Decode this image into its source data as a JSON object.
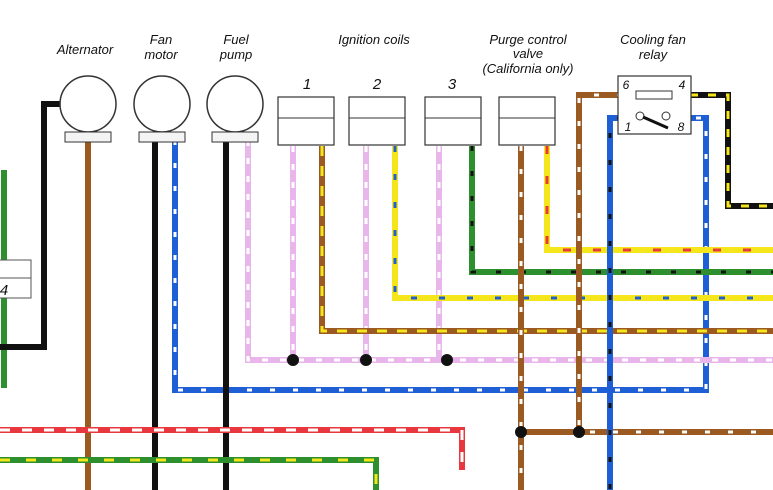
{
  "components": {
    "alternator": "Alternator",
    "fan_motor_line1": "Fan",
    "fan_motor_line2": "motor",
    "fuel_pump_line1": "Fuel",
    "fuel_pump_line2": "pump",
    "ignition_coils": "Ignition coils",
    "purge_valve_line1": "Purge control",
    "purge_valve_line2": "valve",
    "purge_valve_line3": "(California only)",
    "relay_line1": "Cooling fan",
    "relay_line2": "relay"
  },
  "coil_numbers": [
    "1",
    "2",
    "3"
  ],
  "relay_pins": {
    "p6": "6",
    "p4": "4",
    "p1": "1",
    "p8": "8"
  },
  "connector_left_pin": "4",
  "colors": {
    "black": "#111111",
    "brown": "#9a5a22",
    "blue": "#1f5fd6",
    "yellow": "#f5e61c",
    "green": "#2e8f2e",
    "pink": "#e8b6ea",
    "red": "#e8373e",
    "white": "#ffffff"
  },
  "wires": [
    {
      "id": "alternator-black",
      "color": "black"
    },
    {
      "id": "alternator-brown",
      "color": "brown"
    },
    {
      "id": "fan-motor-black",
      "color": "black"
    },
    {
      "id": "fan-motor-blue-white",
      "color": "blue",
      "tracer": "white"
    },
    {
      "id": "fuel-pump-black",
      "color": "black"
    },
    {
      "id": "fuel-pump-pink-white",
      "color": "pink",
      "tracer": "white"
    },
    {
      "id": "coil1-pink-white",
      "color": "pink",
      "tracer": "white"
    },
    {
      "id": "coil1-yellow-brown",
      "color": "brown",
      "tracer": "yellow"
    },
    {
      "id": "coil2-pink-white",
      "color": "pink",
      "tracer": "white"
    },
    {
      "id": "coil2-yellow-blue",
      "color": "yellow",
      "tracer": "blue"
    },
    {
      "id": "coil3-pink-white",
      "color": "pink",
      "tracer": "white"
    },
    {
      "id": "coil3-green-black",
      "color": "green",
      "tracer": "black"
    },
    {
      "id": "purge-brown-white",
      "color": "brown",
      "tracer": "white"
    },
    {
      "id": "purge-yellow-red",
      "color": "yellow",
      "tracer": "red"
    },
    {
      "id": "relay6-brown-white",
      "color": "brown",
      "tracer": "white"
    },
    {
      "id": "relay4-black-yellow",
      "color": "black",
      "tracer": "yellow"
    },
    {
      "id": "relay1-blue-black",
      "color": "blue",
      "tracer": "black"
    },
    {
      "id": "relay8-blue-white",
      "color": "blue",
      "tracer": "white"
    },
    {
      "id": "bottom-red-white",
      "color": "red",
      "tracer": "white"
    },
    {
      "id": "bottom-green-yellow",
      "color": "green",
      "tracer": "yellow"
    },
    {
      "id": "left-green",
      "color": "green"
    }
  ]
}
